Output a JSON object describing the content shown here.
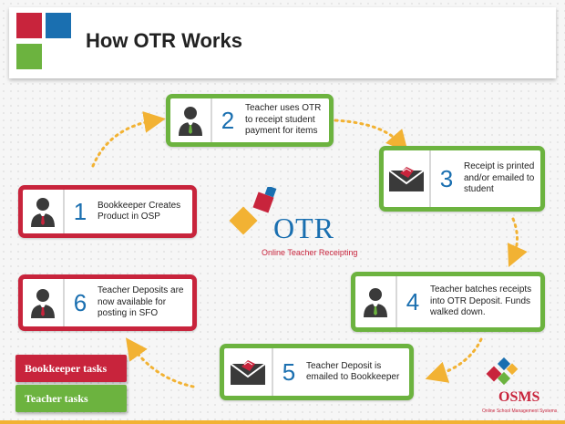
{
  "header": {
    "title": "How OTR Works"
  },
  "steps": [
    {
      "number": "1",
      "text": "Bookkeeper Creates Product in OSP",
      "icon": "person-icon",
      "role": "bookkeeper"
    },
    {
      "number": "2",
      "text": "Teacher uses OTR to receipt student payment for items",
      "icon": "person-icon",
      "role": "teacher"
    },
    {
      "number": "3",
      "text": "Receipt is printed and/or emailed to student",
      "icon": "envelope-icon",
      "role": "teacher"
    },
    {
      "number": "4",
      "text": "Teacher batches receipts into OTR Deposit. Funds walked down.",
      "icon": "person-icon",
      "role": "teacher"
    },
    {
      "number": "5",
      "text": "Teacher Deposit is emailed to Bookkeeper",
      "icon": "envelope-icon",
      "role": "teacher"
    },
    {
      "number": "6",
      "text": "Teacher Deposits are now available for posting in SFO",
      "icon": "person-icon",
      "role": "bookkeeper"
    }
  ],
  "center_logo": {
    "name": "OTR",
    "subtitle": "Online Teacher Receipting"
  },
  "legend": {
    "bookkeeper": "Bookkeeper tasks",
    "teacher": "Teacher tasks"
  },
  "footer_logo": {
    "name": "OSMS",
    "subtitle": "Online School Management Systems"
  },
  "colors": {
    "bookkeeper": "#c8243c",
    "teacher": "#6cb33f",
    "accent_blue": "#1a6fb0",
    "arrow": "#f2b233"
  }
}
